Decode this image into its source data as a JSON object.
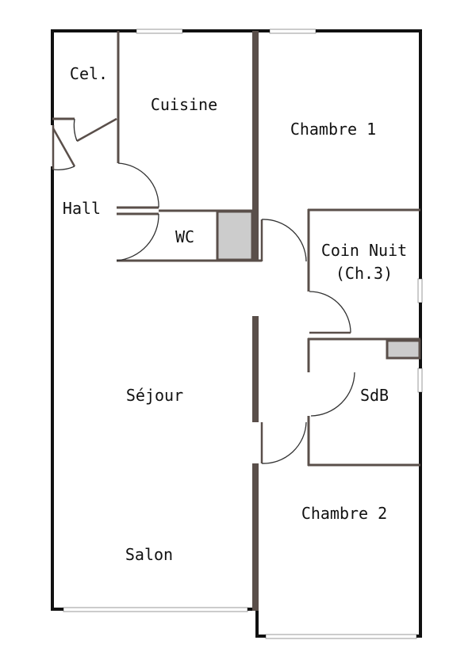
{
  "plan": {
    "rooms": {
      "cellier": "Cel.",
      "cuisine": "Cuisine",
      "chambre1": "Chambre 1",
      "hall": "Hall",
      "wc": "WC",
      "coin_nuit": "Coin Nuit",
      "coin_nuit_sub": "(Ch.3)",
      "sejour": "Séjour",
      "sdb": "SdB",
      "chambre2": "Chambre 2",
      "salon": "Salon"
    }
  }
}
